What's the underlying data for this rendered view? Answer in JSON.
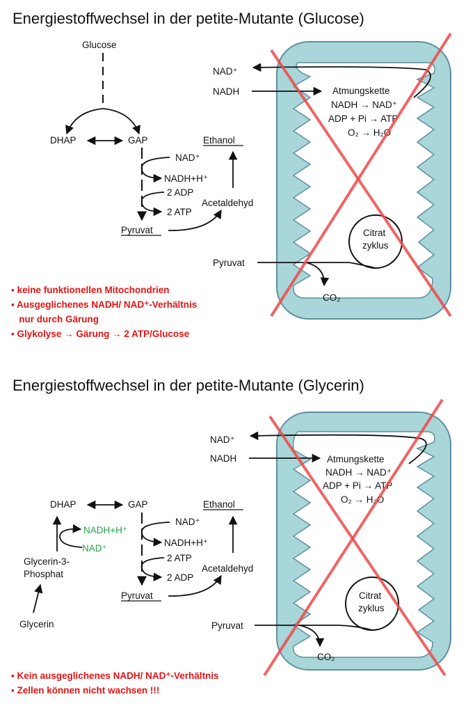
{
  "colors": {
    "mito_fill": "#a9d6d9",
    "mito_stroke": "#5d8fa0",
    "cross": "#f04848",
    "bullet_text": "#e31313",
    "green_text": "#22a24a"
  },
  "panel1": {
    "title": "Energiestoffwechsel in der petite-Mutante (Glucose)",
    "glucose": "Glucose",
    "dhap": "DHAP",
    "gap": "GAP",
    "ethanol": "Ethanol",
    "nad_small": "NAD⁺",
    "nadh_h": "NADH+H⁺",
    "adp2": "2 ADP",
    "atp2": "2 ATP",
    "acetaldehyd": "Acetaldehyd",
    "pyruvat": "Pyruvat",
    "nad_top": "NAD⁺",
    "nadh_top": "NADH",
    "chain_title": "Atmungskette",
    "chain_l1": "NADH → NAD⁺",
    "chain_l2": "ADP + Pi → ATP",
    "chain_l3": "O₂ → H₂O",
    "citrat1": "Citrat",
    "citrat2": "zyklus",
    "pyruvat_in": "Pyruvat",
    "co2": "CO₂",
    "bullets": [
      "▪ keine funktionellen Mitochondrien",
      "▪ Ausgeglichenes NADH/ NAD⁺-Verhältnis",
      "   nur durch Gärung",
      "▪ Glykolyse → Gärung → 2 ATP/Glucose"
    ]
  },
  "panel2": {
    "title": "Energiestoffwechsel in der petite-Mutante (Glycerin)",
    "dhap": "DHAP",
    "gap": "GAP",
    "ethanol": "Ethanol",
    "nadh_green": "NADH+H⁺",
    "nad_green": "NAD⁺",
    "nad_small": "NAD⁺",
    "nadh_h": "NADH+H⁺",
    "atp2": "2 ATP",
    "adp2": "2 ADP",
    "acetaldehyd": "Acetaldehyd",
    "pyruvat": "Pyruvat",
    "g3p_1": "Glycerin-3-",
    "g3p_2": "Phosphat",
    "glycerin": "Glycerin",
    "nad_top": "NAD⁺",
    "nadh_top": "NADH",
    "chain_title": "Atmungskette",
    "chain_l1": "NADH → NAD⁺",
    "chain_l2": "ADP + Pi → ATP",
    "chain_l3": "O₂ → H₂O",
    "citrat1": "Citrat",
    "citrat2": "zyklus",
    "pyruvat_in": "Pyruvat",
    "co2": "CO₂",
    "bullets": [
      "▪ Kein ausgeglichenes NADH/ NAD⁺-Verhältnis",
      "▪ Zellen können nicht wachsen !!!"
    ]
  }
}
